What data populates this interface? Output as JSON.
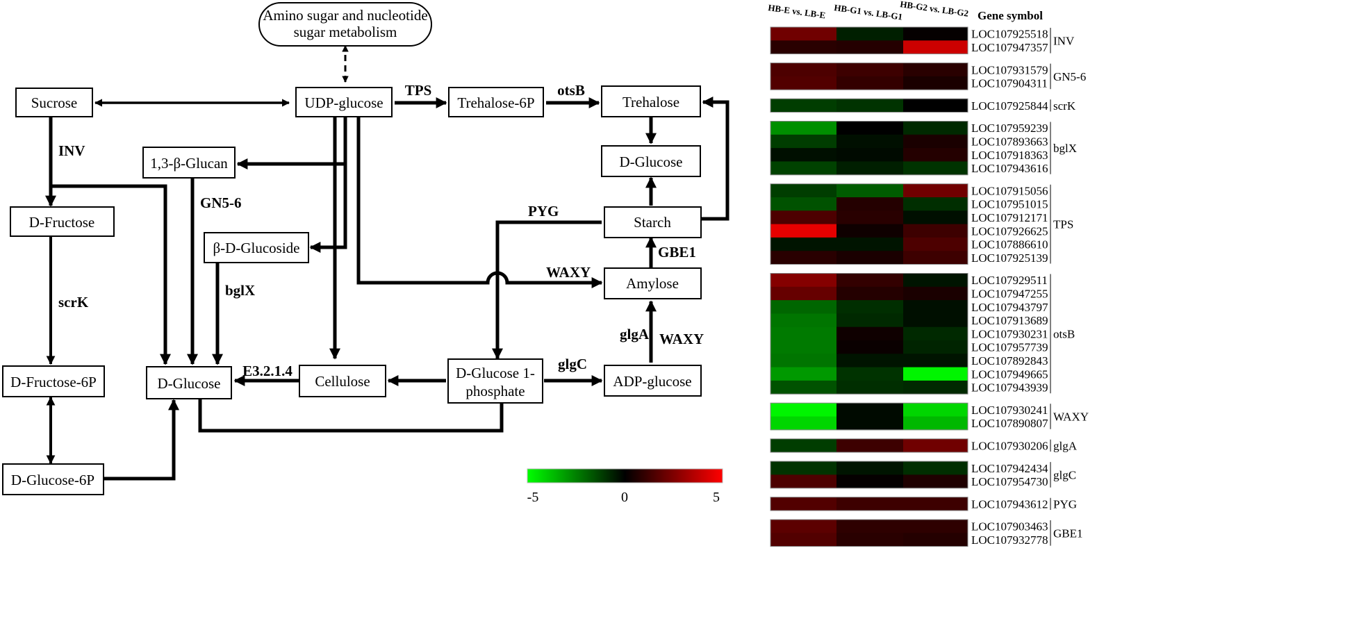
{
  "nodes": {
    "amino": [
      "Amino sugar and nucleotide",
      "sugar metabolism"
    ],
    "sucrose": "Sucrose",
    "udp_glucose": "UDP-glucose",
    "trehalose_6p": "Trehalose-6P",
    "trehalose": "Trehalose",
    "glucan": "1,3-β-Glucan",
    "d_glucose_top": "D-Glucose",
    "d_fructose": "D-Fructose",
    "starch": "Starch",
    "glucoside": "β-D-Glucoside",
    "amylose": "Amylose",
    "d_fructose_6p": "D-Fructose-6P",
    "d_glucose": "D-Glucose",
    "cellulose": "Cellulose",
    "g1p": [
      "D-Glucose 1-",
      "phosphate"
    ],
    "adp_glucose": "ADP-glucose",
    "d_glucose_6p": "D-Glucose-6P"
  },
  "enzymes": {
    "tps": "TPS",
    "otsb": "otsB",
    "inv": "INV",
    "gn56": "GN5-6",
    "pyg": "PYG",
    "gbe1": "GBE1",
    "waxy_top": "WAXY",
    "bglx": "bglX",
    "scrk": "scrK",
    "glga": "glgA",
    "waxy_side": "WAXY",
    "glgc": "glgC",
    "e3214": "E3.2.1.4"
  },
  "colorbar": {
    "min_label": "-5",
    "mid_label": "0",
    "max_label": "5",
    "low_color": "#00ff00",
    "mid_color": "#000000",
    "high_color": "#ff0000"
  },
  "heatmap": {
    "columns": [
      "HB-E vs. LB-E",
      "HB-G1 vs. LB-G1",
      "HB-G2 vs. LB-G2"
    ],
    "symbol_header": "Gene symbol",
    "groups": [
      {
        "name": "INV",
        "genes": [
          {
            "id": "LOC107925518",
            "values": [
              2.2,
              -0.6,
              0.1
            ]
          },
          {
            "id": "LOC107947357",
            "values": [
              0.8,
              0.7,
              4.0
            ]
          }
        ]
      },
      {
        "name": "GN5-6",
        "genes": [
          {
            "id": "LOC107931579",
            "values": [
              1.5,
              1.2,
              0.8
            ]
          },
          {
            "id": "LOC107904311",
            "values": [
              1.6,
              1.0,
              0.5
            ]
          }
        ]
      },
      {
        "name": "scrK",
        "genes": [
          {
            "id": "LOC107925844",
            "values": [
              -1.2,
              -1.0,
              0.0
            ]
          }
        ]
      },
      {
        "name": "bglX",
        "genes": [
          {
            "id": "LOC107959239",
            "values": [
              -2.8,
              0.0,
              -0.8
            ]
          },
          {
            "id": "LOC107893663",
            "values": [
              -1.2,
              -0.3,
              0.5
            ]
          },
          {
            "id": "LOC107918363",
            "values": [
              -0.3,
              -0.2,
              0.7
            ]
          },
          {
            "id": "LOC107943616",
            "values": [
              -1.3,
              -0.6,
              -1.0
            ]
          }
        ]
      },
      {
        "name": "TPS",
        "genes": [
          {
            "id": "LOC107915056",
            "values": [
              -1.2,
              -1.8,
              2.2
            ]
          },
          {
            "id": "LOC107951015",
            "values": [
              -1.6,
              0.7,
              -0.9
            ]
          },
          {
            "id": "LOC107912171",
            "values": [
              1.5,
              0.8,
              -0.3
            ]
          },
          {
            "id": "LOC107926625",
            "values": [
              4.5,
              0.3,
              1.2
            ]
          },
          {
            "id": "LOC107886610",
            "values": [
              -0.4,
              -0.4,
              1.5
            ]
          },
          {
            "id": "LOC107925139",
            "values": [
              0.8,
              0.5,
              1.2
            ]
          }
        ]
      },
      {
        "name": "otsB",
        "genes": [
          {
            "id": "LOC107929511",
            "values": [
              2.6,
              1.0,
              -0.4
            ]
          },
          {
            "id": "LOC107947255",
            "values": [
              2.0,
              0.7,
              0.5
            ]
          },
          {
            "id": "LOC107943797",
            "values": [
              -2.0,
              -0.9,
              -0.3
            ]
          },
          {
            "id": "LOC107913689",
            "values": [
              -2.3,
              -0.8,
              -0.3
            ]
          },
          {
            "id": "LOC107930231",
            "values": [
              -2.4,
              0.3,
              -0.8
            ]
          },
          {
            "id": "LOC107957739",
            "values": [
              -2.4,
              0.2,
              -0.7
            ]
          },
          {
            "id": "LOC107892843",
            "values": [
              -2.3,
              -0.4,
              -0.4
            ]
          },
          {
            "id": "LOC107949665",
            "values": [
              -3.0,
              -1.0,
              -4.8
            ]
          },
          {
            "id": "LOC107943939",
            "values": [
              -1.6,
              -0.9,
              -0.8
            ]
          }
        ]
      },
      {
        "name": "WAXY",
        "genes": [
          {
            "id": "LOC107930241",
            "values": [
              -4.8,
              -0.2,
              -4.2
            ]
          },
          {
            "id": "LOC107890807",
            "values": [
              -4.2,
              -0.2,
              -3.6
            ]
          }
        ]
      },
      {
        "name": "glgA",
        "genes": [
          {
            "id": "LOC107930206",
            "values": [
              -1.2,
              1.2,
              2.2
            ]
          }
        ]
      },
      {
        "name": "glgC",
        "genes": [
          {
            "id": "LOC107942434",
            "values": [
              -1.0,
              -0.4,
              -0.9
            ]
          },
          {
            "id": "LOC107954730",
            "values": [
              1.5,
              0.1,
              0.6
            ]
          }
        ]
      },
      {
        "name": "PYG",
        "genes": [
          {
            "id": "LOC107943612",
            "values": [
              1.6,
              1.2,
              1.2
            ]
          }
        ]
      },
      {
        "name": "GBE1",
        "genes": [
          {
            "id": "LOC107903463",
            "values": [
              1.8,
              0.9,
              0.9
            ]
          },
          {
            "id": "LOC107932778",
            "values": [
              1.6,
              0.8,
              0.7
            ]
          }
        ]
      }
    ]
  }
}
